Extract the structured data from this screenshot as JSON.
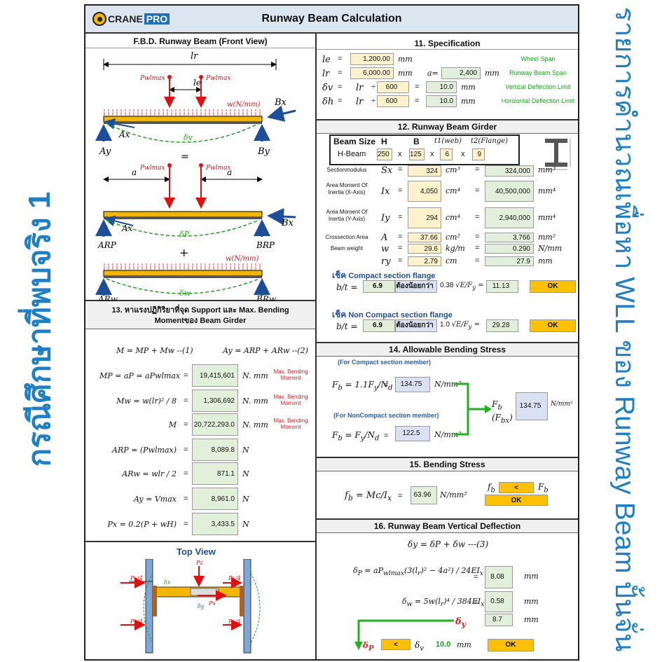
{
  "side_left": "กรณีศึกษาที่พบจริง 1",
  "side_right": "รายการคำนวณเพื่อหา WLL ของ Runway Beam ปั้นจั่น",
  "logo": {
    "part1": "CRANE",
    "part2": "PRO"
  },
  "title": "Runway Beam Calculation",
  "fbd": {
    "title": "F.B.D. Runway Beam (Front View)",
    "labels": {
      "lr": "lr",
      "le": "le",
      "pwl": "Pwlmax",
      "w": "w(N/mm)",
      "bx": "Bx",
      "ax": "Ax",
      "ay": "Ay",
      "by": "By",
      "delta_v": "δv",
      "equals": "=",
      "a": "a",
      "arp": "ARP",
      "brp": "BRP",
      "delta_p": "δP",
      "plus": "+",
      "arw": "ARw",
      "brw": "BRw",
      "delta_w": "δw"
    }
  },
  "sec13": {
    "title": "13. หาแรงปฏิกิริยาที่จุด Support และ Max. Bending Momentของ Beam Girder",
    "eq1": "M = MP + Mw    --(1)",
    "eq2": "Ay = ARP + ARw    --(2)",
    "rows": [
      {
        "label": "MP = aP = aPwlmax",
        "value": "19,415,601",
        "unit": "N. mm",
        "note": "Max. Bending Moment"
      },
      {
        "label": "Mw = w(lr)² / 8",
        "value": "1,306,692",
        "unit": "N. mm",
        "note": "Max. Bending Moment"
      },
      {
        "label": "M",
        "value": "20,722,293.0",
        "unit": "N. mm",
        "note": "Max. Bending Moment"
      },
      {
        "label": "ARP = (Pwlmax)",
        "value": "8,089.8",
        "unit": "N",
        "note": ""
      },
      {
        "label": "ARw = wlr / 2",
        "value": "871.1",
        "unit": "N",
        "note": ""
      },
      {
        "label": "Ay = Vmax",
        "value": "8,961.0",
        "unit": "N",
        "note": ""
      },
      {
        "label": "Px =    0.2(P + wH)",
        "value": "3,433.5",
        "unit": "N",
        "note": ""
      }
    ],
    "eq_sign": "="
  },
  "topview": {
    "title": "Top View",
    "labels": {
      "px4": "Px/4",
      "px": "Px",
      "pz": "Pz",
      "dx": "δx",
      "dy": "δy"
    }
  },
  "sec11": {
    "title": "11. Specification",
    "rows": [
      {
        "sym": "le",
        "eq": "=",
        "val": "1,200.00",
        "unit": "mm",
        "note": "Wheel Span"
      },
      {
        "sym": "lr",
        "eq": "=",
        "val": "6,000.00",
        "unit": "mm",
        "a_label": "a=",
        "a_val": "2,400",
        "a_unit": "mm",
        "note": "Runway Beam Span"
      },
      {
        "sym": "δv",
        "eq": "=",
        "sym2": "lr",
        "div": "÷",
        "val": "600",
        "eq2": "=",
        "res": "10.0",
        "unit": "mm",
        "note": "Vertical Deflection Limit"
      },
      {
        "sym": "δh",
        "eq": "=",
        "sym2": "lr",
        "div": "÷",
        "val": "600",
        "eq2": "=",
        "res": "10.0",
        "unit": "mm",
        "note": "Horizontal Deflection Limit"
      }
    ]
  },
  "sec12": {
    "title": "12. Runway Beam Girder",
    "header": {
      "beam_size": "Beam Size",
      "H": "H",
      "B": "B",
      "t1": "t1(web)",
      "t2": "t2(Flange)"
    },
    "beam": {
      "name": "H-Beam",
      "H": "250",
      "B": "125",
      "t1": "6",
      "t2": "9",
      "x": "x"
    },
    "props": [
      {
        "name": "Sectionmodulus",
        "sym": "Sx",
        "v1": "324",
        "u1": "cm³",
        "v2": "324,000",
        "u2": "mm³"
      },
      {
        "name": "Area Moment Of Inertia (X-Axis)",
        "sym": "Ix",
        "v1": "4,050",
        "u1": "cm⁴",
        "v2": "40,500,000",
        "u2": "mm⁴"
      },
      {
        "name": "Area Moment Of Inertia (Y-Axis)",
        "sym": "Iy",
        "v1": "294",
        "u1": "cm⁴",
        "v2": "2,940,000",
        "u2": "mm⁴"
      },
      {
        "name": "Crossection Area",
        "sym": "A",
        "v1": "37.66",
        "u1": "cm²",
        "v2": "3,766",
        "u2": "mm²"
      },
      {
        "name": "Beam weight",
        "sym": "w",
        "v1": "29.6",
        "u1": "kg/m",
        "v2": "0.290",
        "u2": "N/mm"
      },
      {
        "name": "",
        "sym": "ry",
        "v1": "2.79",
        "u1": "cm",
        "v2": "27.9",
        "u2": "mm"
      }
    ],
    "eq": "=",
    "check1": {
      "title_th": "เช็ค",
      "title": "Compact  section flange",
      "lhs": "b/t =",
      "val": "6.9",
      "cmp": "ต้องน้อยกว่า",
      "coef": "0.38",
      "res": "11.13",
      "ok": "OK"
    },
    "check2": {
      "title_th": "เช็ค",
      "title": "Non Compact  section flange",
      "lhs": "b/t =",
      "val": "6.9",
      "cmp": "ต้องน้อยกว่า",
      "coef": "1.0",
      "res": "29.28",
      "ok": "OK"
    }
  },
  "sec14": {
    "title": "14. Allowable Bending Stress",
    "compact_note": "(For Compact  section member)",
    "noncompact_note": "(For NonCompact  section member)",
    "fb1": "134.75",
    "fb2": "122.5",
    "fb_res": "134.75",
    "unit": "N/mm²",
    "eq": "="
  },
  "sec15": {
    "title": "15. Bending Stress",
    "val": "63.96",
    "unit": "N/mm²",
    "lt": "<",
    "ok": "OK",
    "eq": "="
  },
  "sec16": {
    "title": "16. Runway Beam Vertical Deflection",
    "eq3": "δy = δP + δw    ---(3)",
    "dp": "8.08",
    "dw": "0.58",
    "dy": "8.7",
    "unit": "mm",
    "eq": "=",
    "lt": "<",
    "limit": "10.0",
    "limit_unit": "mm",
    "ok": "OK"
  }
}
